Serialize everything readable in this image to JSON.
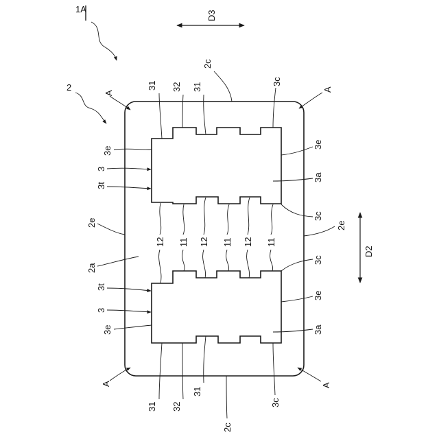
{
  "figure": {
    "title": "1A",
    "assembly_ref": "2",
    "direction_labels": {
      "horizontal": "D3",
      "vertical": "D2"
    },
    "corner_label": "A",
    "labels": {
      "top_31_left": "31",
      "top_32": "32",
      "top_31_right": "31",
      "top_2c": "2c",
      "top_3c": "3c",
      "upper_3e_left": "3e",
      "upper_3_left": "3",
      "upper_3t": "3t",
      "upper_3e_right": "3e",
      "upper_3a": "3a",
      "mid_2e_left": "2e",
      "mid_3c_upper": "3c",
      "mid_2e_right": "2e",
      "gap_12_a": "12",
      "gap_11_a": "11",
      "gap_12_b": "12",
      "gap_11_b": "11",
      "gap_12_c": "12",
      "gap_11_c": "11",
      "mid_2a": "2a",
      "mid_3c_lower": "3c",
      "lower_3t": "3t",
      "lower_3e_right": "3e",
      "lower_3": "3",
      "lower_3e_left": "3e",
      "lower_3a": "3a",
      "bot_31_left": "31",
      "bot_32": "32",
      "bot_31_right": "31",
      "bot_2c": "2c",
      "bot_3c": "3c"
    }
  },
  "colors": {
    "line": "#1a1a1a",
    "background": "#ffffff"
  }
}
